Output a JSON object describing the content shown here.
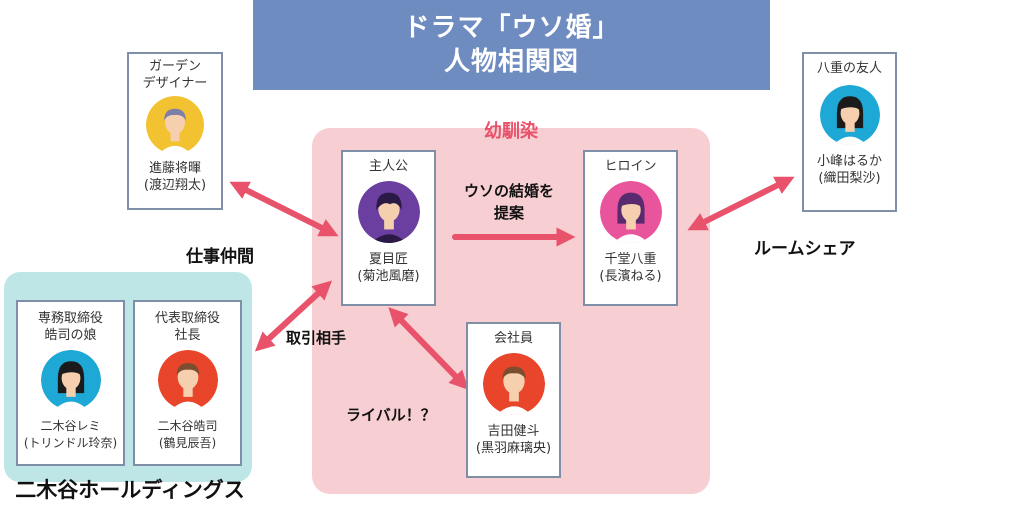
{
  "title": {
    "line1": "ドラマ「ウソ婚」",
    "line2": "人物相関図"
  },
  "groups": {
    "childhood": "幼馴染",
    "company": "二木谷ホールディングス"
  },
  "characters": {
    "garden": {
      "role1": "ガーデン",
      "role2": "デザイナー",
      "name": "進藤将暉",
      "actor": "(渡辺翔太)"
    },
    "friend": {
      "role": "八重の友人",
      "name": "小峰はるか",
      "actor": "(織田梨沙)"
    },
    "hero": {
      "role": "主人公",
      "name": "夏目匠",
      "actor": "(菊池風磨)"
    },
    "heroine": {
      "role": "ヒロイン",
      "name": "千堂八重",
      "actor": "(長濱ねる)"
    },
    "director": {
      "role1": "専務取締役",
      "role2": "皓司の娘",
      "name": "二木谷レミ",
      "actor": "(トリンドル玲奈)"
    },
    "president": {
      "role1": "代表取締役",
      "role2": "社長",
      "name": "二木谷皓司",
      "actor": "(鶴見辰吾)"
    },
    "employee": {
      "role": "会社員",
      "name": "吉田健斗",
      "actor": "(黒羽麻璃央)"
    }
  },
  "relations": {
    "work": "仕事仲間",
    "proposal1": "ウソの結婚を",
    "proposal2": "提案",
    "roomshare": "ルームシェア",
    "business": "取引相手",
    "rival": "ライバル！？"
  },
  "colors": {
    "title_bg": "#6f8cc0",
    "zone_pink": "#f7cfd2",
    "zone_teal": "#bfe6e7",
    "arrow": "#e8526b",
    "card_border": "#7f8fa8"
  }
}
